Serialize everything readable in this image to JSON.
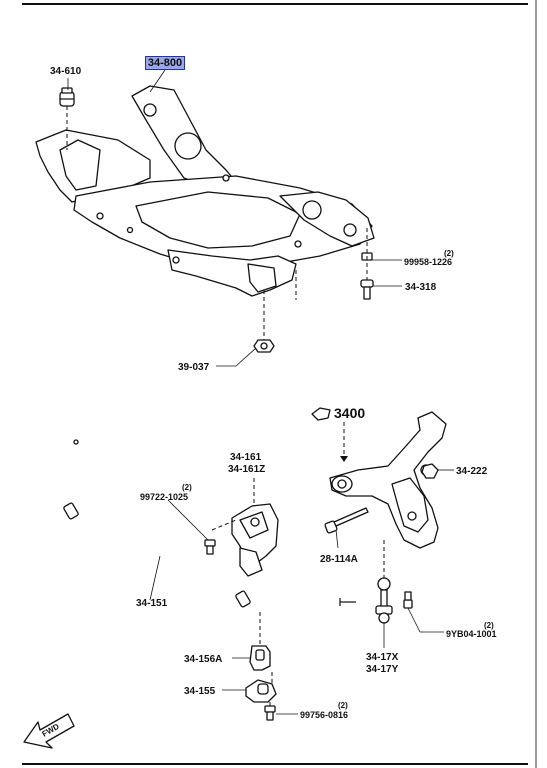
{
  "labels": {
    "crossmember": "34-800",
    "mount_bushing": "34-610",
    "bolt_99958": "99958-1226",
    "bolt_99958_qty": "(2)",
    "bolt_34318": "34-318",
    "nut_39037": "39-037",
    "arm_assy": "3400",
    "nut_34222": "34-222",
    "bracket_a": "34-161",
    "bracket_b": "34-161Z",
    "bolt_99722": "99722-1025",
    "bolt_99722_qty": "(2)",
    "bolt_28114": "28-114A",
    "stabilizer": "34-151",
    "link_a": "34-17X",
    "link_b": "34-17Y",
    "nut_9yb04": "9YB04-1001",
    "nut_9yb04_qty": "(2)",
    "bushing_156": "34-156A",
    "clamp_155": "34-155",
    "bolt_99756": "99756-0816",
    "bolt_99756_qty": "(2)",
    "fwd": "FWD"
  }
}
